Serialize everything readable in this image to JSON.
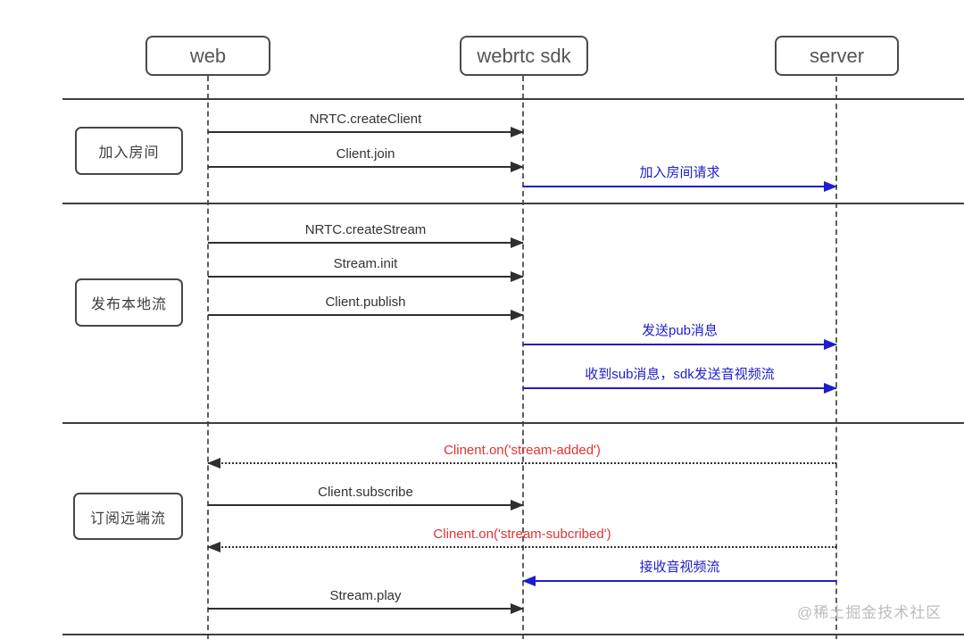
{
  "actors": [
    {
      "label": "web"
    },
    {
      "label": "webrtc sdk"
    },
    {
      "label": "server"
    }
  ],
  "phases": [
    {
      "label": "加入房间"
    },
    {
      "label": "发布本地流"
    },
    {
      "label": "订阅远端流"
    }
  ],
  "messages": [
    {
      "label": "NRTC.createClient",
      "from": "web",
      "to": "webrtc sdk",
      "style": "solid",
      "color": "black"
    },
    {
      "label": "Client.join",
      "from": "web",
      "to": "webrtc sdk",
      "style": "solid",
      "color": "black"
    },
    {
      "label": "加入房间请求",
      "from": "webrtc sdk",
      "to": "server",
      "style": "solid",
      "color": "blue"
    },
    {
      "label": "NRTC.createStream",
      "from": "web",
      "to": "webrtc sdk",
      "style": "solid",
      "color": "black"
    },
    {
      "label": "Stream.init",
      "from": "web",
      "to": "webrtc sdk",
      "style": "solid",
      "color": "black"
    },
    {
      "label": "Client.publish",
      "from": "web",
      "to": "webrtc sdk",
      "style": "solid",
      "color": "black"
    },
    {
      "label": "发送pub消息",
      "from": "webrtc sdk",
      "to": "server",
      "style": "solid",
      "color": "blue"
    },
    {
      "label": "收到sub消息，sdk发送音视频流",
      "from": "webrtc sdk",
      "to": "server",
      "style": "solid",
      "color": "blue"
    },
    {
      "label": "Clinent.on('stream-added')",
      "from": "server",
      "to": "web",
      "style": "dotted",
      "color": "red-label"
    },
    {
      "label": "Client.subscribe",
      "from": "web",
      "to": "webrtc sdk",
      "style": "solid",
      "color": "black"
    },
    {
      "label": "Clinent.on('stream-subcribed')",
      "from": "server",
      "to": "web",
      "style": "dotted",
      "color": "red-label"
    },
    {
      "label": "接收音视频流",
      "from": "server",
      "to": "webrtc sdk",
      "style": "solid",
      "color": "blue"
    },
    {
      "label": "Stream.play",
      "from": "web",
      "to": "webrtc sdk",
      "style": "solid",
      "color": "black"
    }
  ],
  "watermark": "@稀土掘金技术社区",
  "colors": {
    "arrow_black": "#2f2f2f",
    "arrow_blue": "#1d1dcd",
    "label_red": "#e03434",
    "watermark_gray": "#bcbcbc"
  }
}
